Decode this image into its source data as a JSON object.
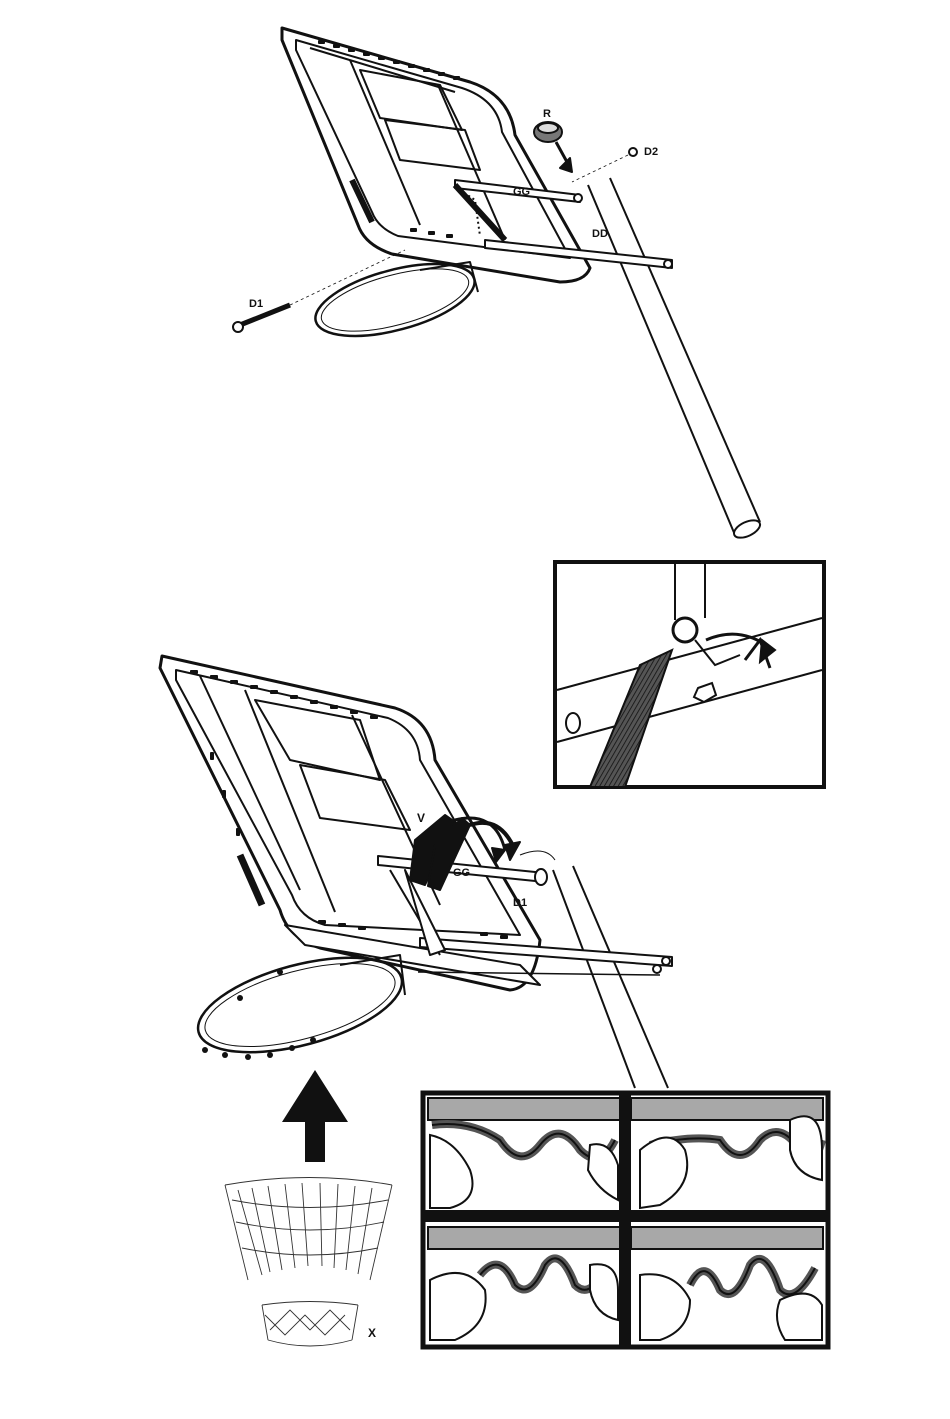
{
  "labels": {
    "top": {
      "r": "R",
      "d2": "D2",
      "gg": "GG",
      "dd": "DD",
      "d1": "D1"
    },
    "bottom": {
      "v": "V",
      "gg": "GG",
      "d1": "D1",
      "x": "X"
    }
  },
  "colors": {
    "ink": "#111111",
    "panel_gray": "#a8a8a8",
    "paper": "#ffffff"
  }
}
